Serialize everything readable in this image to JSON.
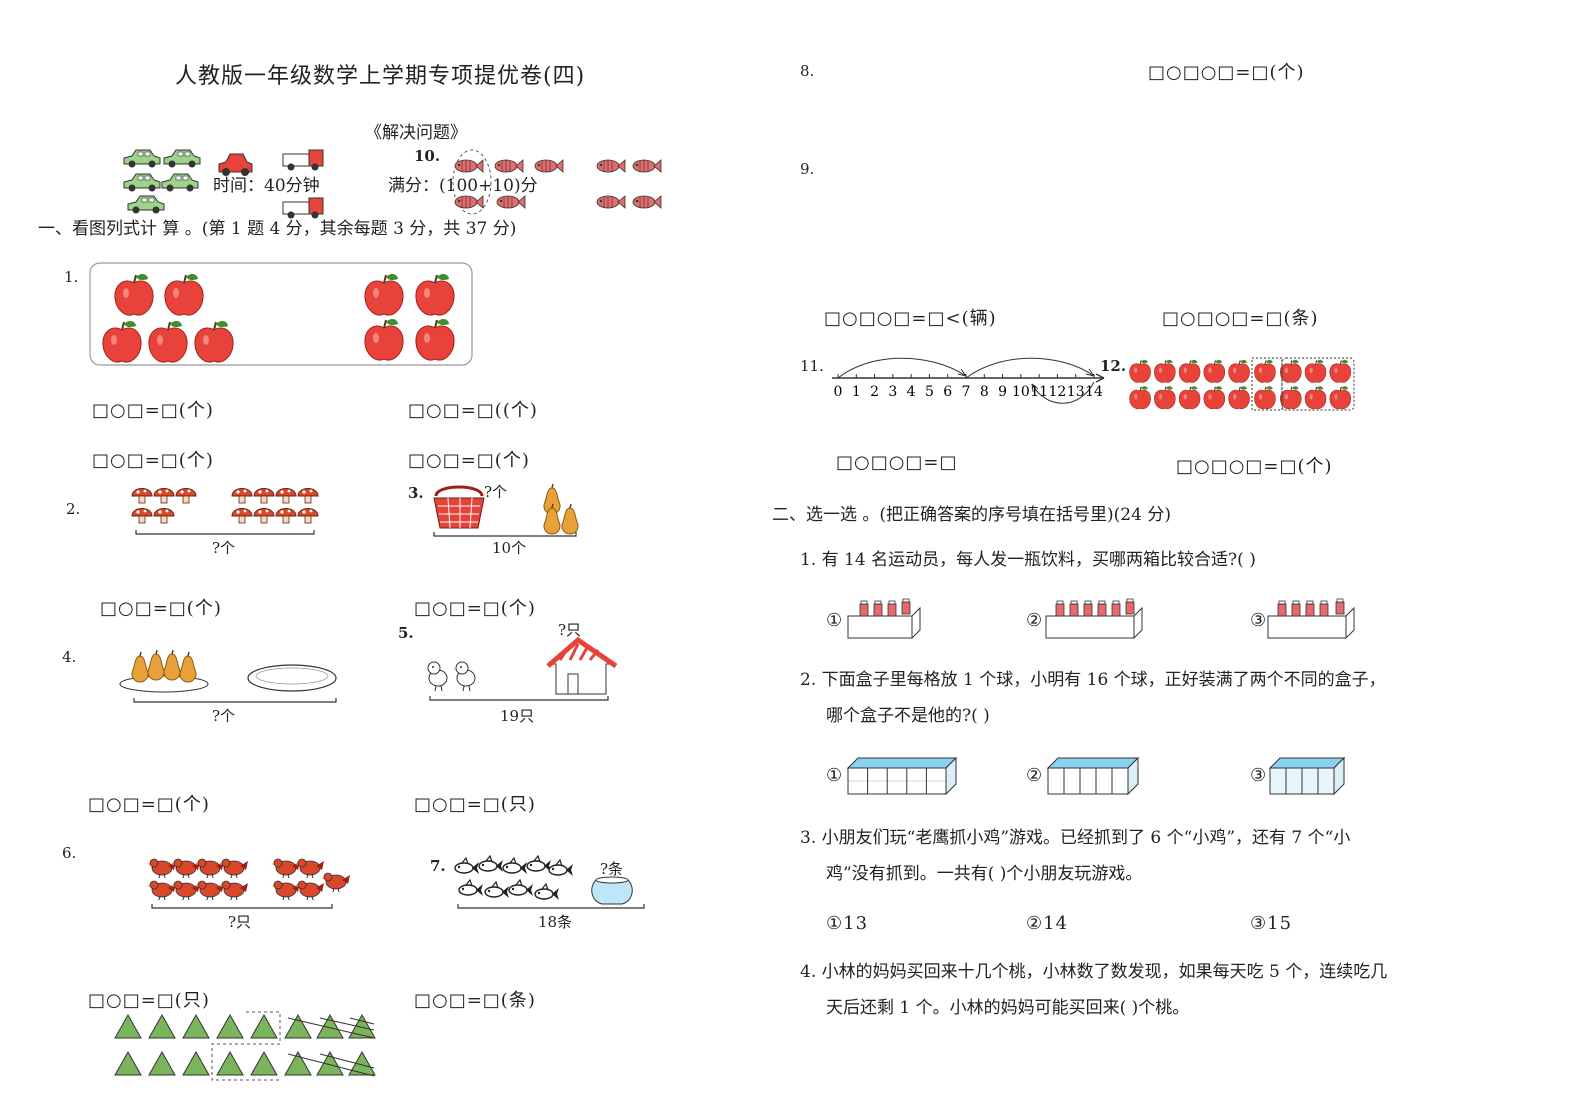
{
  "header": {
    "title": "人教版一年级数学上学期专项提优卷(四)",
    "subtitle": "《解决问题》",
    "time": "时间：40分钟",
    "score": "满分：(100+10)分"
  },
  "colors": {
    "apple": "#e8433a",
    "leaf": "#3f8f2e",
    "triangle": "#7ab55c",
    "box_blue": "#8ad0f0",
    "fish": "#e36b6b"
  },
  "section1": {
    "heading": "一、看图列式计 算 。(第 1 题 4 分，其余每题 3 分，共 37 分)",
    "q1": {
      "number": "1.",
      "f1": "□○□=□(个)",
      "f2": "□○□=□((个)",
      "f3": "□○□=□(个)",
      "f4": "□○□=□(个)"
    },
    "q2": {
      "number": "2.",
      "label": "?个",
      "formula": "□○□=□(个)"
    },
    "q3": {
      "number": "3.",
      "top": "?个",
      "label": "10个",
      "formula": "□○□=□(个)"
    },
    "q4": {
      "number": "4.",
      "label": "?个",
      "formula": "□○□=□(个)"
    },
    "q5": {
      "number": "5.",
      "top": "?只",
      "label": "19只",
      "formula": "□○□=□(只)"
    },
    "q6": {
      "number": "6.",
      "label": "?只",
      "formula": "□○□=□(只)"
    },
    "q7": {
      "number": "7.",
      "top": "?条",
      "label": "18条",
      "formula": "□○□=□(条)"
    }
  },
  "right": {
    "q8": {
      "number": "8.",
      "formula": "□○□○□=□(个)"
    },
    "q9": {
      "number": "9."
    },
    "q10": {
      "number": "10."
    },
    "f9": "□○□○□=□<(辆)",
    "f10": "□○□○□=□(条)",
    "q11": {
      "number": "11.",
      "ticks": [
        "0",
        "1",
        "2",
        "3",
        "4",
        "5",
        "6",
        "7",
        "8",
        "9",
        "10",
        "11",
        "12",
        "13",
        "14"
      ],
      "formula": "□○□○□=□"
    },
    "q12": {
      "number": "12.",
      "formula": "□○□○□=□(个)"
    }
  },
  "section2": {
    "heading": "二、选一选 。(把正确答案的序号填在括号里)(24 分)",
    "q1": {
      "text": "1. 有 14 名运动员，每人发一瓶饮料，买哪两箱比较合适?(     )",
      "o1": "①",
      "o2": "②",
      "o3": "③"
    },
    "q2": {
      "line1": "2. 下面盒子里每格放 1 个球，小明有 16 个球，正好装满了两个不同的盒子，",
      "line2": "哪个盒子不是他的?(     )",
      "o1": "①",
      "o2": "②",
      "o3": "③"
    },
    "q3": {
      "line1": "3. 小朋友们玩“老鹰抓小鸡”游戏。已经抓到了 6 个“小鸡”，还有 7 个“小",
      "line2": "鸡”没有抓到。一共有(     )个小朋友玩游戏。",
      "o1": "①13",
      "o2": "②14",
      "o3": "③15"
    },
    "q4": {
      "line1": "4. 小林的妈妈买回来十几个桃，小林数了数发现，如果每天吃 5 个，连续吃几",
      "line2": "天后还剩 1 个。小林的妈妈可能买回来(     )个桃。"
    }
  }
}
